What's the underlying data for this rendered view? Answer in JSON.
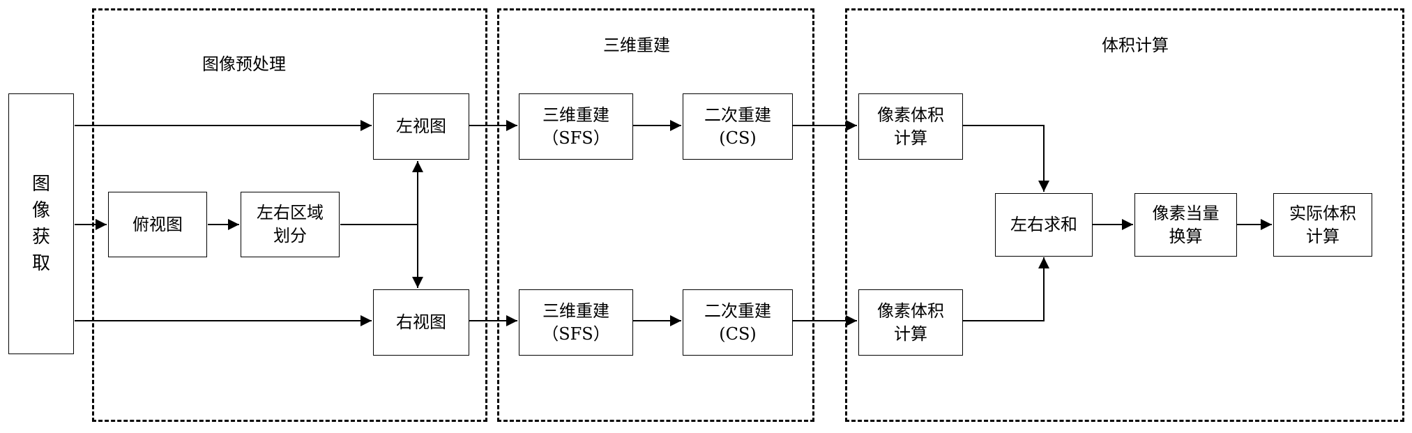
{
  "groups": {
    "preprocess": "图像预处理",
    "reconstruct": "三维重建",
    "volume": "体积计算"
  },
  "nodes": {
    "acquire": [
      "图",
      "像",
      "获",
      "取"
    ],
    "topview": [
      "俯视图"
    ],
    "split": [
      "左右区域",
      "划分"
    ],
    "leftview": [
      "左视图"
    ],
    "rightview": [
      "右视图"
    ],
    "sfs_top": [
      "三维重建",
      "（SFS）"
    ],
    "cs_top": [
      "二次重建",
      "(CS)"
    ],
    "sfs_bottom": [
      "三维重建",
      "（SFS）"
    ],
    "cs_bottom": [
      "二次重建",
      "(CS)"
    ],
    "pixvol_top": [
      "像素体积",
      "计算"
    ],
    "pixvol_bottom": [
      "像素体积",
      "计算"
    ],
    "sum": [
      "左右求和"
    ],
    "convert": [
      "像素当量",
      "换算"
    ],
    "actual": [
      "实际体积",
      "计算"
    ]
  }
}
